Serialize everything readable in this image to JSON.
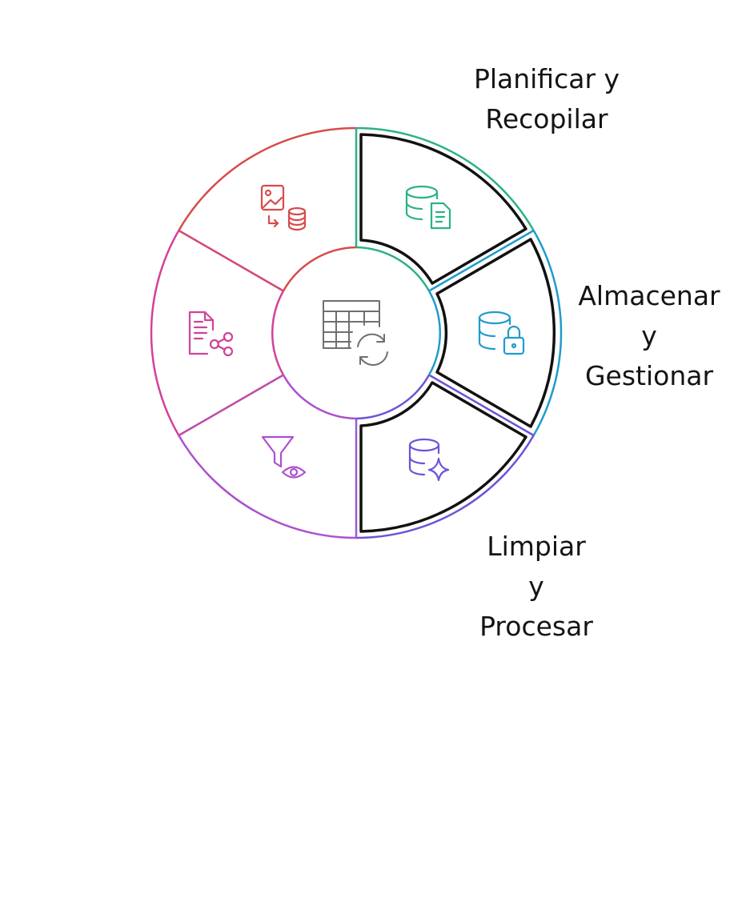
{
  "stages": [
    {
      "id": "plan",
      "label": "Planificar y\nRecopilar",
      "color": "#2bb282",
      "icon": "database-document-icon",
      "highlighted": true
    },
    {
      "id": "store",
      "label": "Almacenar\ny\nGestionar",
      "color": "#1f9ccc",
      "icon": "database-lock-icon",
      "highlighted": true
    },
    {
      "id": "clean",
      "label": "Limpiar\ny\nProcesar",
      "color": "#7052d6",
      "icon": "database-sparkle-icon",
      "highlighted": true
    },
    {
      "id": "analyze",
      "label": "",
      "color": "#ad4fcf",
      "icon": "filter-eye-icon",
      "highlighted": false
    },
    {
      "id": "share",
      "label": "",
      "color": "#d1429a",
      "icon": "document-share-icon",
      "highlighted": false
    },
    {
      "id": "preserve",
      "label": "",
      "color": "#d94a4a",
      "icon": "image-to-database-icon",
      "highlighted": false
    }
  ],
  "center": {
    "icon": "table-sync-icon",
    "color": "#6f6f6f"
  }
}
